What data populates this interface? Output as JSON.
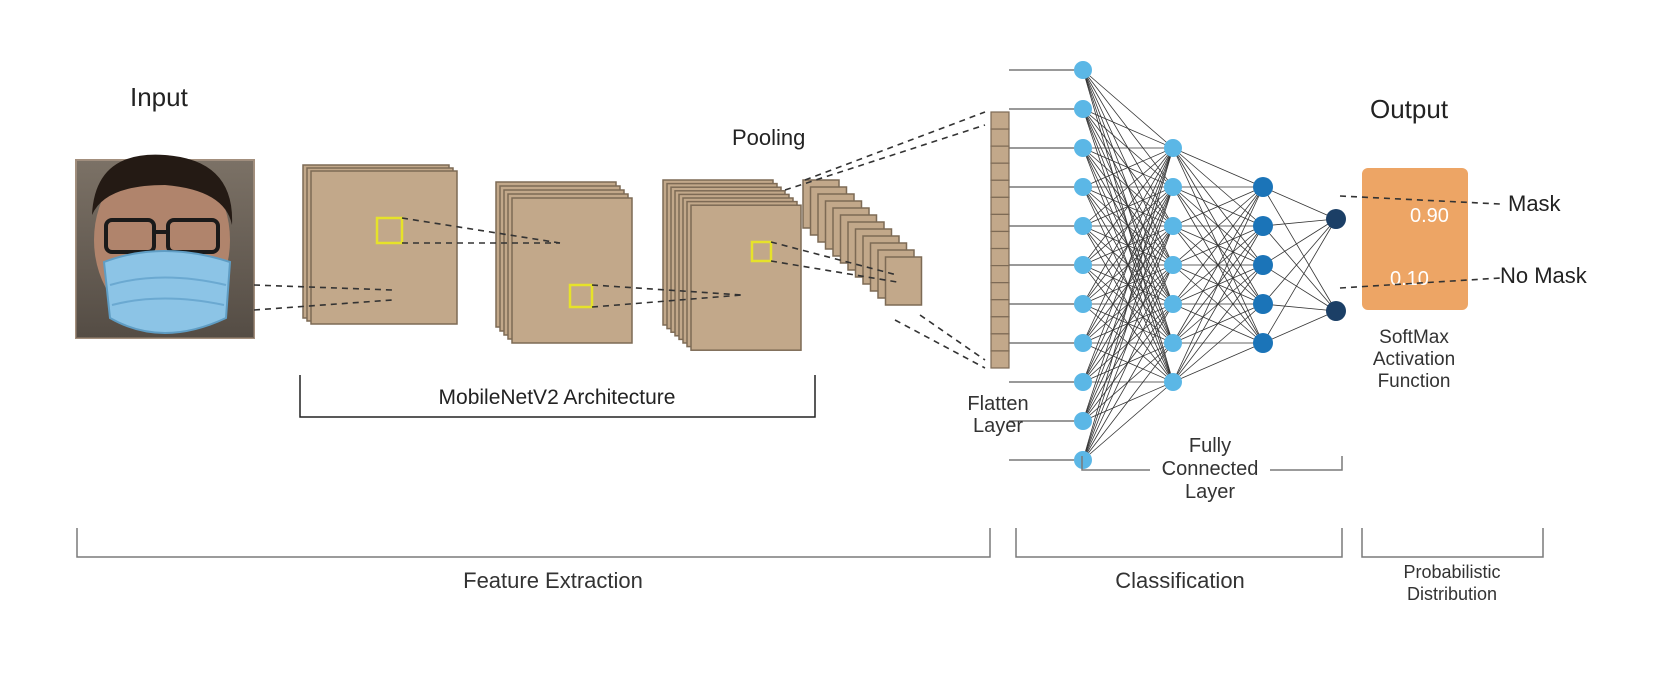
{
  "labels": {
    "input": "Input",
    "output": "Output",
    "pooling": "Pooling",
    "mobilenet": "MobileNetV2 Architecture",
    "flatten": [
      "Flatten",
      "Layer"
    ],
    "fully_connected": [
      "Fully",
      "Connected",
      "Layer"
    ],
    "softmax": [
      "SoftMax",
      "Activation",
      "Function"
    ],
    "feature_extraction": "Feature Extraction",
    "classification": "Classification",
    "probabilistic": [
      "Probabilistic",
      "Distribution"
    ]
  },
  "outputs": [
    {
      "label": "Mask",
      "probability": "0.90"
    },
    {
      "label": "No Mask",
      "probability": "0.10"
    }
  ],
  "network": {
    "flatten_cells": 15,
    "hidden_layers": [
      11,
      7,
      5,
      2
    ]
  },
  "colors": {
    "feature_map": "#c2a88a",
    "feature_map_edge": "#7d6a55",
    "kernel": "#e6e22a",
    "node_light": "#5bb7e6",
    "node_mid": "#1b74b8",
    "node_dark": "#1b3f66",
    "softmax": "#eda565",
    "line": "#333333",
    "bracket": "#7a7a7a"
  },
  "icons": {
    "input_image": "face-with-mask-photo"
  }
}
